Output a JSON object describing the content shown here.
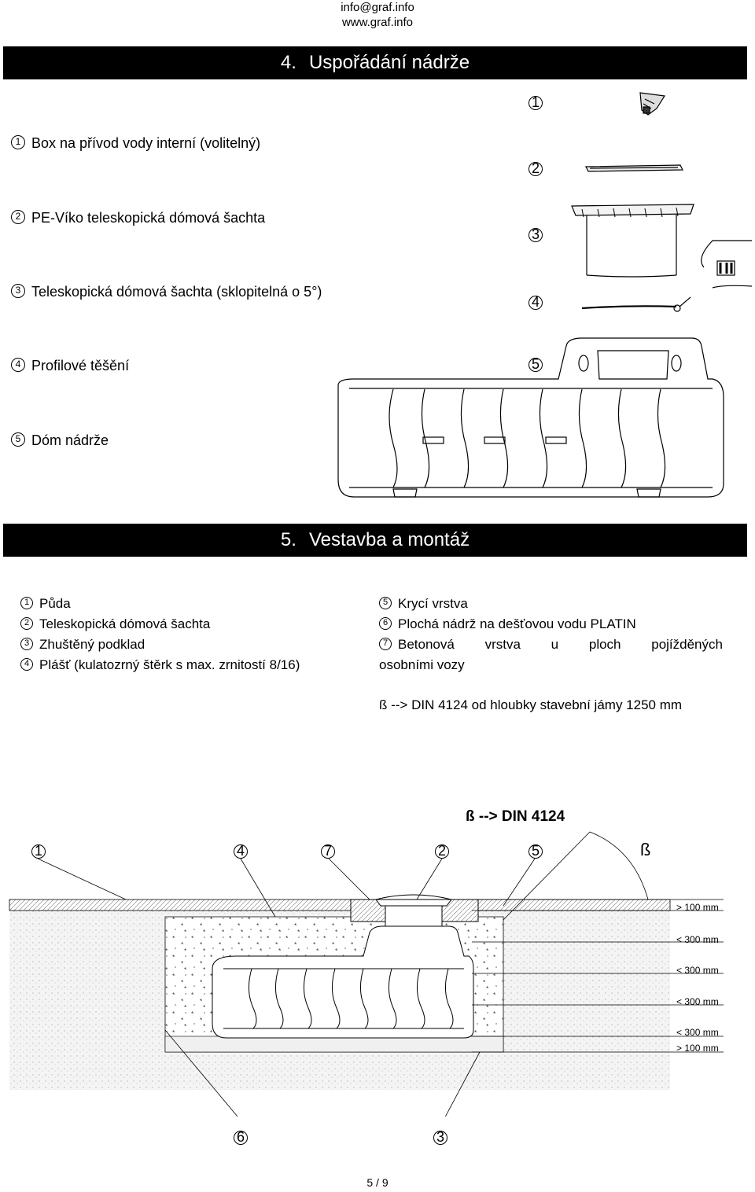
{
  "header": {
    "email": "info@graf.info",
    "website": "www.graf.info"
  },
  "section4": {
    "number": "4.",
    "title": "Uspořádání nádrže",
    "items": [
      {
        "num": "1",
        "label": "Box na přívod vody interní (volitelný)"
      },
      {
        "num": "2",
        "label": "PE-Víko teleskopická dómová šachta"
      },
      {
        "num": "3",
        "label": "Teleskopická dómová šachta (sklopitelná o 5°)"
      },
      {
        "num": "4",
        "label": "Profilové těšění"
      },
      {
        "num": "5",
        "label": "Dóm nádrže"
      }
    ],
    "diagram_numbers": [
      "1",
      "2",
      "3",
      "4",
      "5"
    ]
  },
  "section5": {
    "number": "5.",
    "title": "Vestavba a montáž",
    "left_items": [
      {
        "num": "1",
        "label": "Půda"
      },
      {
        "num": "2",
        "label": "Teleskopická dómová šachta"
      },
      {
        "num": "3",
        "label": "Zhuštěný podklad"
      },
      {
        "num": "4",
        "label": "Plášť (kulatozrný štěrk s max. zrnitostí 8/16)"
      }
    ],
    "right_items": [
      {
        "num": "5",
        "label": "Krycí vrstva"
      },
      {
        "num": "6",
        "label": "Plochá nádrž na dešťovou vodu PLATIN"
      },
      {
        "num": "7",
        "label_words": [
          "Betonová",
          "vrstva",
          "u",
          "ploch",
          "pojížděných"
        ],
        "label_cont": "osobními vozy"
      }
    ],
    "beta_note": "ß --> DIN 4124 od hloubky stavební jámy 1250 mm"
  },
  "diagram": {
    "beta_title": "ß --> DIN  4124",
    "beta_symbol": "ß",
    "top_numbers": [
      "1",
      "4",
      "7",
      "2",
      "5"
    ],
    "bottom_numbers": [
      "6",
      "3"
    ],
    "dimensions": [
      "> 100 mm",
      "< 300 mm",
      "< 300 mm",
      "< 300 mm",
      "< 300 mm",
      "> 100 mm"
    ]
  },
  "footer": {
    "page": "5 / 9"
  }
}
